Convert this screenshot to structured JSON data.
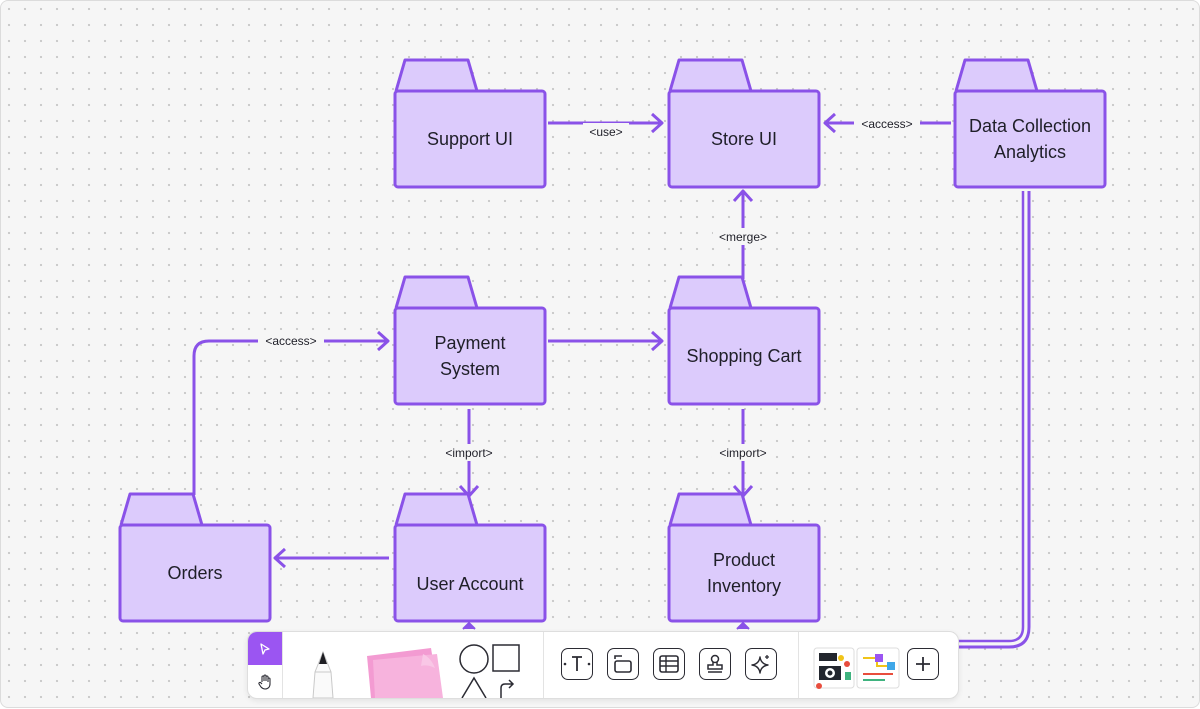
{
  "colors": {
    "package_fill": "#dccbfc",
    "package_stroke": "#8a52e8",
    "connector": "#8a52e8",
    "label_bg": "#f6f6f6",
    "toolbar_active": "#9b55f2",
    "sticky_note": "#f6a8d8"
  },
  "packages": {
    "support_ui": {
      "lines": [
        "Support UI"
      ]
    },
    "store_ui": {
      "lines": [
        "Store UI"
      ]
    },
    "data_collection": {
      "lines": [
        "Data Collection",
        "Analytics"
      ]
    },
    "payment_system": {
      "lines": [
        "Payment",
        "System"
      ]
    },
    "shopping_cart": {
      "lines": [
        "Shopping Cart"
      ]
    },
    "orders": {
      "lines": [
        "Orders"
      ]
    },
    "user_account": {
      "lines": [
        "User Account"
      ]
    },
    "product_inventory": {
      "lines": [
        "Product",
        "Inventory"
      ]
    }
  },
  "connectors": {
    "support_to_store": "<use>",
    "analytics_to_store": "<access>",
    "cart_to_store": "<merge>",
    "orders_to_payment": "<access>",
    "payment_to_user": "<import>",
    "cart_to_inventory": "<import>"
  },
  "toolbar": {
    "modes": [
      {
        "icon": "select-arrow-icon",
        "active": true
      },
      {
        "icon": "hand-pan-icon",
        "active": false
      }
    ],
    "tools": [
      "pen-icon",
      "sticky-note-icon",
      "shapes-icon"
    ],
    "buttons": [
      "text-tool-icon",
      "frame-tool-icon",
      "table-tool-icon",
      "stamp-tool-icon",
      "ai-sparkle-icon"
    ],
    "extras": [
      "templates-thumbnail-icon",
      "flowchart-thumbnail-icon",
      "add-more-icon"
    ]
  }
}
